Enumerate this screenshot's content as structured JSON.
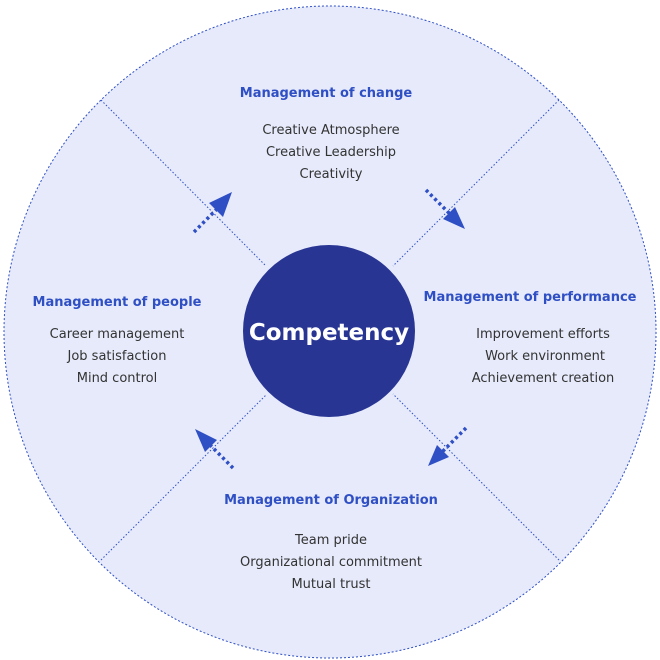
{
  "center": {
    "label": "Competency"
  },
  "colors": {
    "circle_fill": "#e6eafb",
    "outline": "#2f4fc4",
    "center_fill": "#283593",
    "title": "#2f4fc4",
    "text": "#333333",
    "arrow": "#2f4fc4"
  },
  "quadrants": {
    "change": {
      "title": "Management of change",
      "items": [
        "Creative Atmosphere",
        "Creative Leadership",
        "Creativity"
      ]
    },
    "people": {
      "title": "Management of people",
      "items": [
        "Career management",
        "Job satisfaction",
        "Mind control"
      ]
    },
    "performance": {
      "title": "Management of performance",
      "items": [
        "Improvement efforts",
        "Work environment",
        "Achievement creation"
      ]
    },
    "organization": {
      "title": "Management of Organization",
      "items": [
        "Team pride",
        "Organizational commitment",
        "Mutual trust"
      ]
    }
  }
}
